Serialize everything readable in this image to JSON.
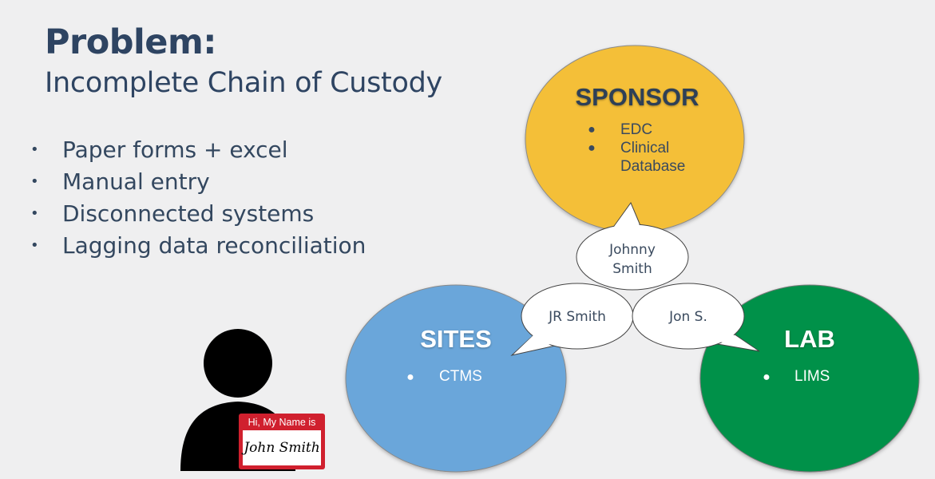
{
  "slide": {
    "title": "Problem:",
    "subtitle": "Incomplete Chain of Custody",
    "bullets": [
      "Paper forms + excel",
      "Manual entry",
      "Disconnected systems",
      "Lagging data reconciliation"
    ]
  },
  "diagram": {
    "sponsor": {
      "label": "SPONSOR",
      "items": [
        "EDC",
        "Clinical",
        "Database"
      ],
      "color": "#f4bf37"
    },
    "sites": {
      "label": "SITES",
      "items": [
        "CTMS"
      ],
      "color": "#6aa6da"
    },
    "lab": {
      "label": "LAB",
      "items": [
        "LIMS"
      ],
      "color": "#00914a"
    },
    "bubbles": {
      "sponsor_line1": "Johnny",
      "sponsor_line2": "Smith",
      "sites": "JR Smith",
      "lab": "Jon S."
    }
  },
  "name_tag": {
    "header": "Hi, My Name is",
    "name": "John Smith",
    "color": "#d0202e"
  }
}
